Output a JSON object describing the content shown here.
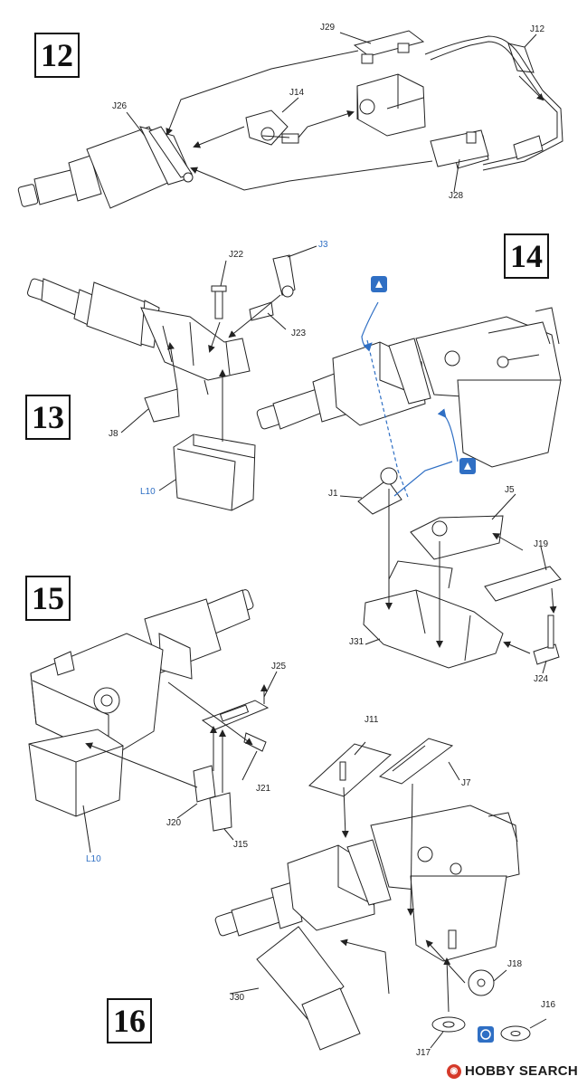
{
  "steps": [
    "12",
    "13",
    "14",
    "15",
    "16"
  ],
  "parts": {
    "s12": [
      "J29",
      "J12",
      "J26",
      "J14",
      "J28"
    ],
    "s13": [
      "J22",
      "J3",
      "J23",
      "J8",
      "L10"
    ],
    "s14": [
      "J1",
      "J5",
      "J19",
      "J31",
      "J24"
    ],
    "s15": [
      "J25",
      "J21",
      "J20",
      "J15",
      "L10"
    ],
    "s16": [
      "J11",
      "J7",
      "J30",
      "J18",
      "J17",
      "J16"
    ]
  },
  "colors": {
    "ink": "#222222",
    "accent": "#2f6fc4",
    "brand": "#d53a2a"
  },
  "icons": [
    "glue-bottle-icon",
    "glue-bottle-icon",
    "glue-bottle-icon",
    "rotating-part-icon"
  ],
  "watermark": {
    "text": "HOBBY SEARCH"
  }
}
